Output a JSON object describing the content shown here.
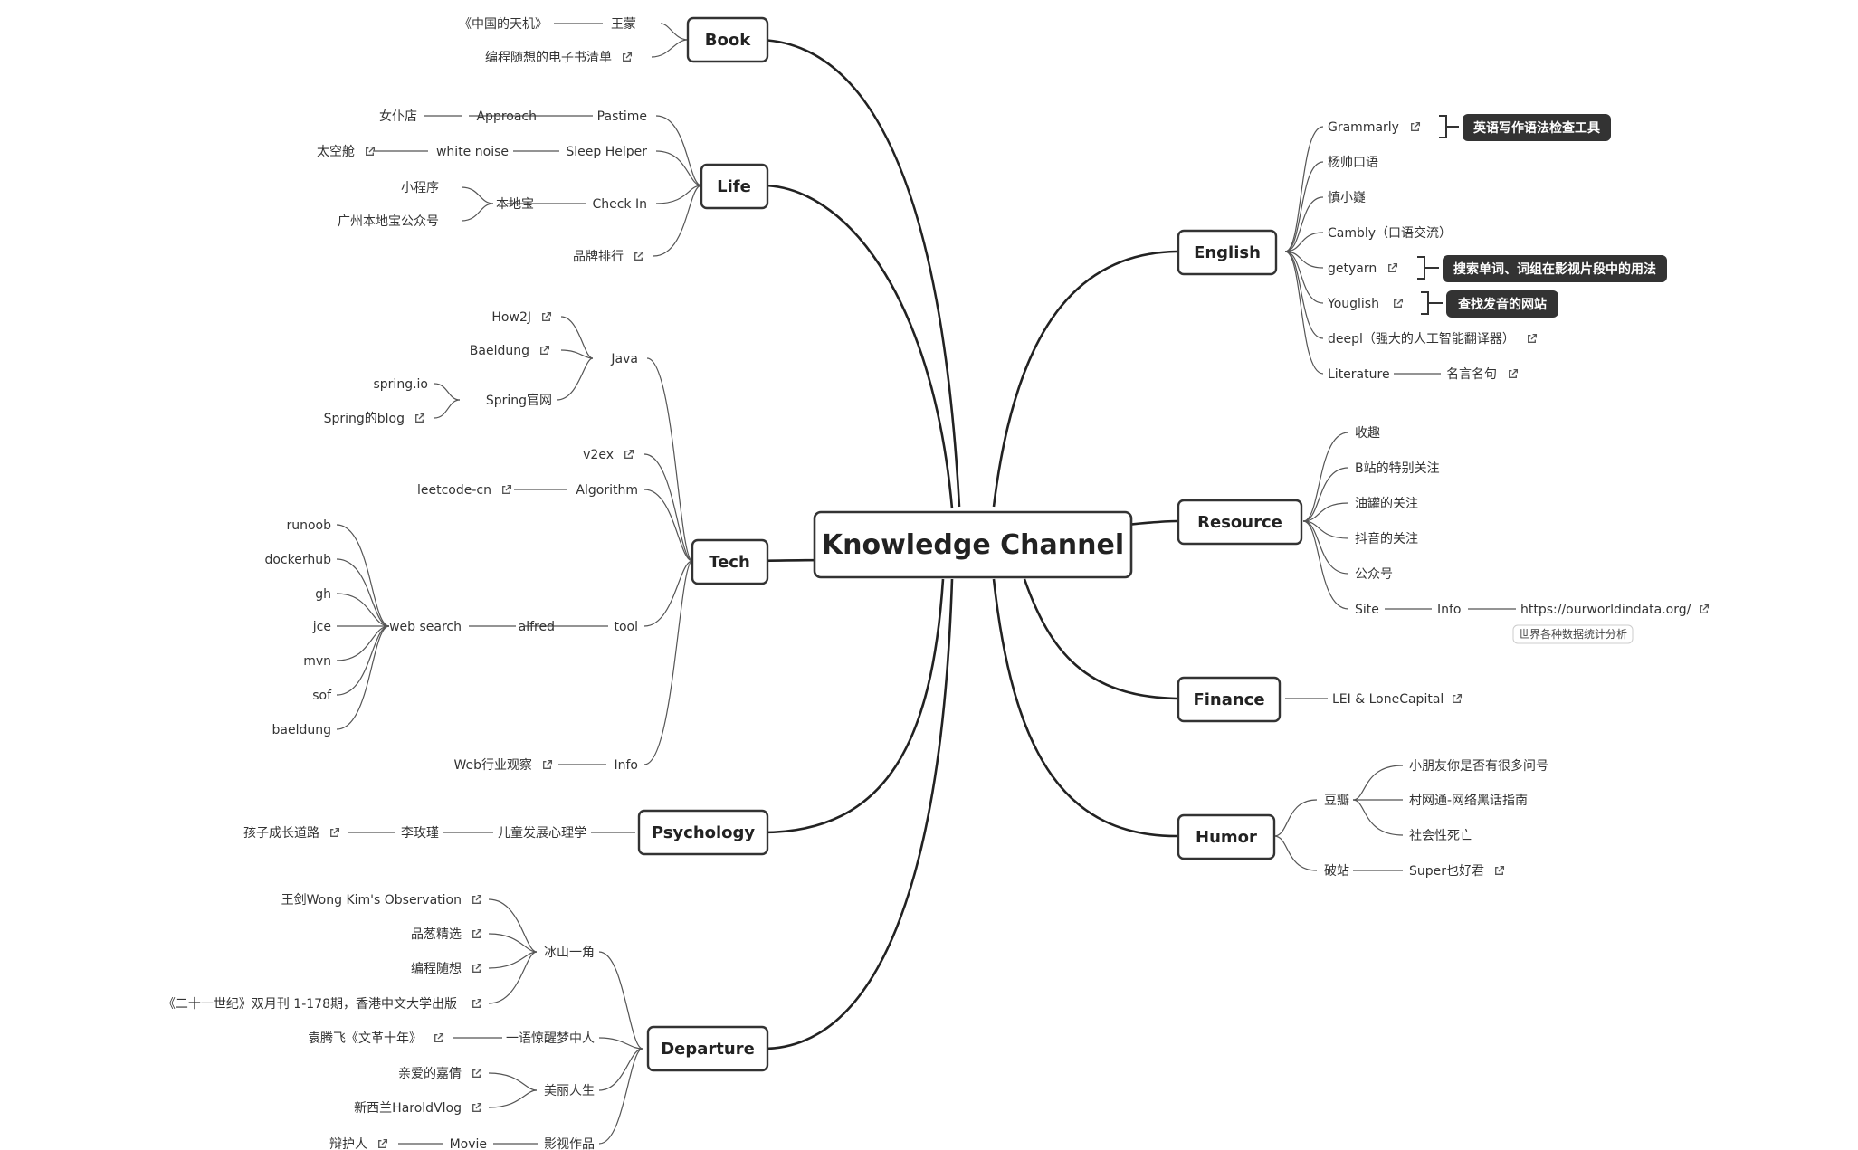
{
  "root": "Knowledge Channel",
  "branches": {
    "book": "Book",
    "life": "Life",
    "tech": "Tech",
    "psychology": "Psychology",
    "departure": "Departure",
    "english": "English",
    "resource": "Resource",
    "finance": "Finance",
    "humor": "Humor"
  },
  "book": {
    "wangmeng": "王蒙",
    "china_tianji": "《中国的天机》",
    "ebook_list": "编程随想的电子书清单"
  },
  "life": {
    "pastime": "Pastime",
    "approach": "Approach",
    "maid_cafe": "女仆店",
    "sleep_helper": "Sleep Helper",
    "white_noise": "white noise",
    "capsule": "太空舱",
    "check_in": "Check In",
    "bendibao": "本地宝",
    "mini_program": "小程序",
    "gz_official": "广州本地宝公众号",
    "brand_rank": "品牌排行"
  },
  "tech": {
    "java": "Java",
    "how2j": "How2J",
    "baeldung": "Baeldung",
    "spring_site": "Spring官网",
    "spring_io": "spring.io",
    "spring_blog": "Spring的blog",
    "v2ex": "v2ex",
    "algorithm": "Algorithm",
    "leetcode": "leetcode-cn",
    "tool": "tool",
    "alfred": "alfred",
    "web_search": "web search",
    "runoob": "runoob",
    "dockerhub": "dockerhub",
    "gh": "gh",
    "jce": "jce",
    "mvn": "mvn",
    "sof": "sof",
    "baeldung_lc": "baeldung",
    "info": "Info",
    "web_obs": "Web行业观察"
  },
  "psychology": {
    "child_psych": "儿童发展心理学",
    "li_meijin": "李玫瑾",
    "growth_path": "孩子成长道路"
  },
  "departure": {
    "iceberg": "冰山一角",
    "wang_jian": "王剑Wong Kim's Observation",
    "pincong": "品葱精选",
    "biancheng": "编程随想",
    "c21": "《二十一世纪》双月刊 1-178期，香港中文大学出版",
    "awaken": "一语惊醒梦中人",
    "yuan_tengfei": "袁腾飞《文革十年》",
    "beautiful_life": "美丽人生",
    "jiaqian": "亲爱的嘉倩",
    "nz_vlog": "新西兰HaroldVlog",
    "films": "影视作品",
    "movie": "Movie",
    "defender": "辩护人"
  },
  "english": {
    "grammarly": "Grammarly",
    "grammarly_label": "英语写作语法检查工具",
    "yangshuai": "杨帅口语",
    "shenxiaoni": "慎小嶷",
    "cambly": "Cambly（口语交流）",
    "getyarn": "getyarn",
    "getyarn_label": "搜索单词、词组在影视片段中的用法",
    "youglish": "Youglish",
    "youglish_label": "查找发音的网站",
    "deepl": "deepl（强大的人工智能翻译器）",
    "literature": "Literature",
    "quotes": "名言名句"
  },
  "resource": {
    "shouqu": "收趣",
    "bilibili": "B站的特别关注",
    "youguan": "油罐的关注",
    "douyin": "抖音的关注",
    "gongzhonghao": "公众号",
    "site": "Site",
    "info": "Info",
    "owid": "https://ourworldindata.org/",
    "owid_note": "世界各种数据统计分析"
  },
  "finance": {
    "lei": "LEI & LoneCapital"
  },
  "humor": {
    "douban": "豆瓣",
    "kids_questions": "小朋友你是否有很多问号",
    "cunwangtong": "村网通-网络黑话指南",
    "social_death": "社会性死亡",
    "pozhan": "破站",
    "super_ye": "Super也好君"
  },
  "colors": {
    "line": "#222222",
    "thin_line": "#555555",
    "label_bg": "#333333",
    "node_border": "#333333"
  },
  "icons": {
    "link": "external-link-icon"
  }
}
